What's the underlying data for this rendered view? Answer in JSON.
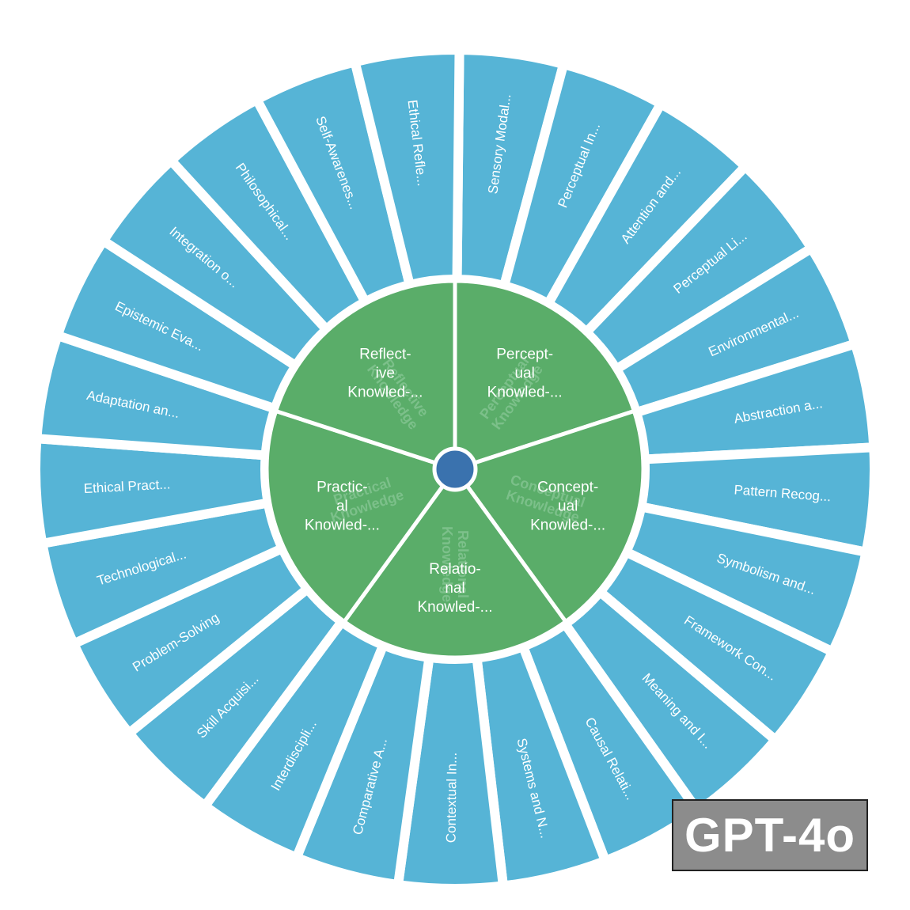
{
  "inner": [
    {
      "lines": [
        "Percept-",
        "ual",
        "Knowled-..."
      ],
      "ghost": [
        "Perceptual",
        "Knowledge"
      ]
    },
    {
      "lines": [
        "Concept-",
        "ual",
        "Knowled-..."
      ],
      "ghost": [
        "Conceptual",
        "Knowledge"
      ]
    },
    {
      "lines": [
        "Relatio-",
        "nal",
        "Knowled-..."
      ],
      "ghost": [
        "Relational",
        "Knowledge"
      ]
    },
    {
      "lines": [
        "Practic-",
        "al",
        "Knowled-..."
      ],
      "ghost": [
        "Practical",
        "Knowledge"
      ]
    },
    {
      "lines": [
        "Reflect-",
        "ive",
        "Knowled-..."
      ],
      "ghost": [
        "Reflective",
        "Knowledge"
      ]
    }
  ],
  "outer": [
    "Sensory Modal...",
    "Perceptual In...",
    "Attention and...",
    "Perceptual Li...",
    "Environmental...",
    "Abstraction a...",
    "Pattern Recog...",
    "Symbolism and...",
    "Framework Con...",
    "Meaning and I...",
    "Causal Relati...",
    "Systems and N...",
    "Contextual In...",
    "Comparative A...",
    "Interdiscipli...",
    "Skill Acquisi...",
    "Problem-Solving",
    "Technological...",
    "Ethical Pract...",
    "Adaptation an...",
    "Epistemic Eva...",
    "Integration o...",
    "Philosophical...",
    "Self-Awarenes...",
    "Ethical Refle..."
  ],
  "colors": {
    "outer": "#56b4d6",
    "inner": "#5aad69",
    "hub": "#3a72ae"
  },
  "badge": "GPT-4o"
}
